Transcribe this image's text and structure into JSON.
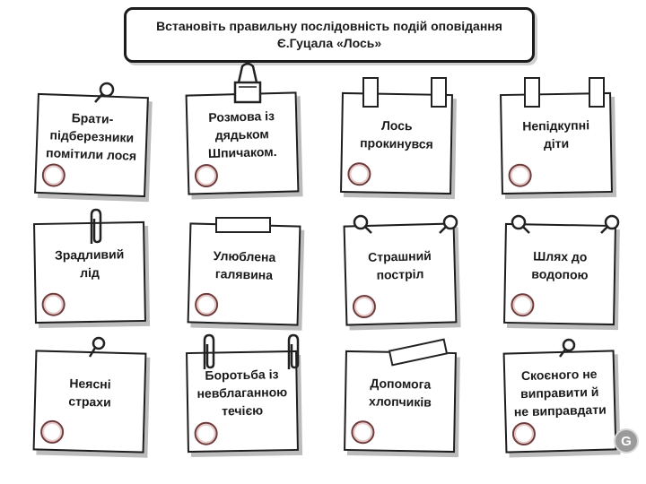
{
  "title": {
    "line1": "Встановіть правильну послідовність подій оповідання",
    "line2": "Є.Гуцала «Лось»"
  },
  "cards": [
    {
      "line1": "Брати-",
      "line2": "підберезники",
      "line3": "помітили лося",
      "fastener": "pushpin-icon"
    },
    {
      "line1": "Розмова із",
      "line2": "дядьком",
      "line3": "Шпичаком.",
      "fastener": "binder-clip-icon"
    },
    {
      "line1": "Лось",
      "line2": "прокинувся",
      "line3": "",
      "fastener": "tape-icon"
    },
    {
      "line1": "Непідкупні",
      "line2": "діти",
      "line3": "",
      "fastener": "tape-icon"
    },
    {
      "line1": "Зрадливий",
      "line2": "лід",
      "line3": "",
      "fastener": "paperclip-icon"
    },
    {
      "line1": "Улюблена",
      "line2": "галявина",
      "line3": "",
      "fastener": "tape-icon"
    },
    {
      "line1": "Страшний",
      "line2": "постріл",
      "line3": "",
      "fastener": "pushpin-icon"
    },
    {
      "line1": "Шлях до",
      "line2": "водопою",
      "line3": "",
      "fastener": "pushpin-icon"
    },
    {
      "line1": "Неясні",
      "line2": "страхи",
      "line3": "",
      "fastener": "pushpin-icon"
    },
    {
      "line1": "Боротьба із",
      "line2": "невблаганною",
      "line3": "течією",
      "fastener": "paperclip-icon"
    },
    {
      "line1": "Допомога",
      "line2": "хлопчиків",
      "line3": "",
      "fastener": "tape-icon"
    },
    {
      "line1": "Скоєного не",
      "line2": "виправити й",
      "line3": "не виправдати",
      "fastener": "pushpin-icon"
    }
  ],
  "logo_letter": "G"
}
